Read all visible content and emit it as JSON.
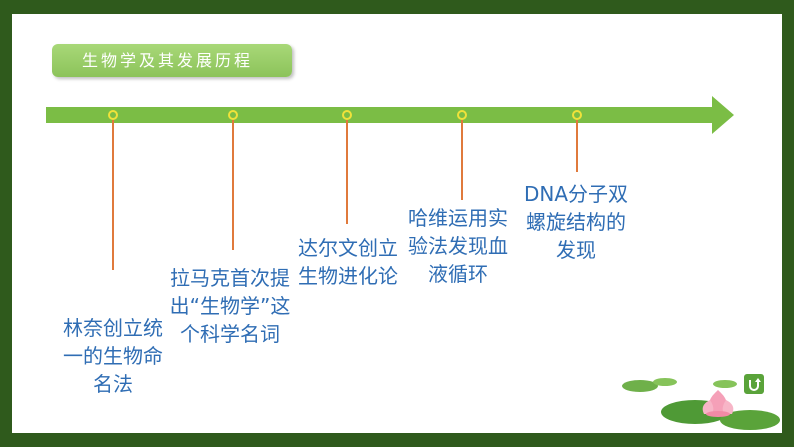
{
  "title": "生物学及其发展历程",
  "events": [
    {
      "text": "林奈创立统一的生物命名法"
    },
    {
      "text": "拉马克首次提出“生物学”这个科学名词"
    },
    {
      "text": "达尔文创立生物进化论"
    },
    {
      "text": "哈维运用实验法发现血液循环"
    },
    {
      "text": "DNA分子双螺旋结构的发现"
    }
  ],
  "colors": {
    "frame": "#2f5a1c",
    "arrow": "#7bbd45",
    "stem": "#e07a3c",
    "dot_border": "#f0e23a",
    "event_text": "#2f6db4",
    "title_bg": "#9acd6a"
  },
  "icons": {
    "return": "return-icon",
    "decoration": "lily-pad-lotus"
  }
}
